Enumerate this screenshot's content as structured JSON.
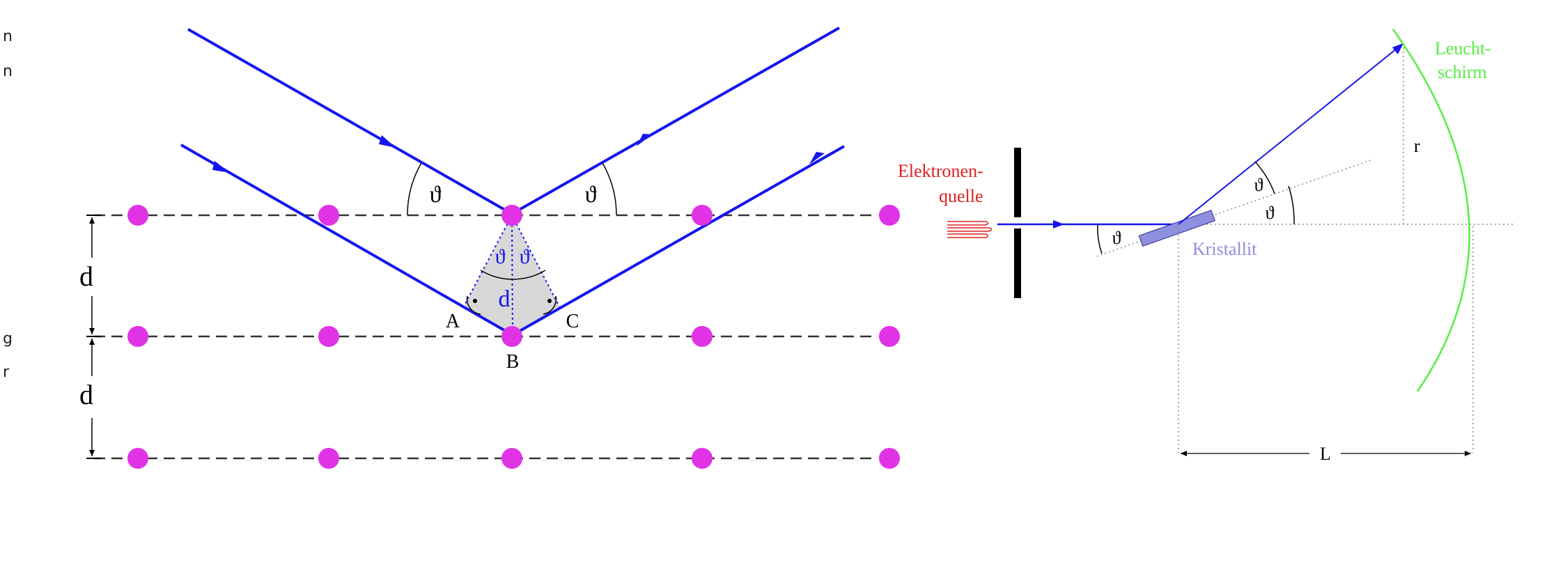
{
  "page_edge_text": [
    "n",
    "n",
    "g",
    "r"
  ],
  "bragg": {
    "labels": {
      "theta": "ϑ",
      "spacing": "d",
      "A": "A",
      "B": "B",
      "C": "C"
    },
    "colors": {
      "beam": "#1414ee",
      "atom": "#e033e6",
      "construction": "#1414ee",
      "shade": "#d8d8d8",
      "arc": "#000000"
    }
  },
  "apparatus": {
    "labels": {
      "source_line1": "Elektronen-",
      "source_line2": "quelle",
      "crystallite": "Kristallit",
      "screen_line1": "Leucht-",
      "screen_line2": "schirm",
      "r": "r",
      "L": "L",
      "theta": "ϑ"
    },
    "colors": {
      "source": "#e02020",
      "beam": "#1414ee",
      "crystallite": "#8f8fe0",
      "screen": "#55ee44",
      "dotted": "#888888",
      "slit": "#000000"
    }
  }
}
